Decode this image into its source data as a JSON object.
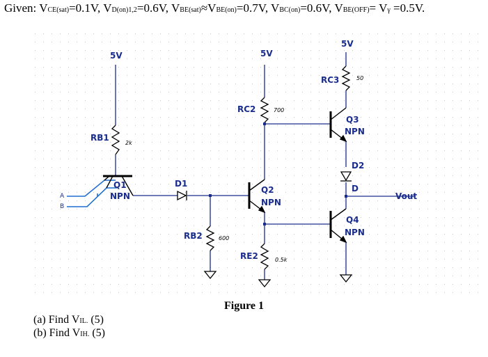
{
  "given": {
    "prefix": "Given:",
    "items": [
      {
        "sym": "V",
        "sub": "CE(sat)",
        "tail": "=0.1V,"
      },
      {
        "sym": "V",
        "sub": "D(on)1,2",
        "tail": "=0.6V,"
      },
      {
        "sym": "V",
        "sub": "BE(sat)",
        "tail": "≈V"
      },
      {
        "sym": "",
        "sub": "BE(on)",
        "tail": "=0.7V,"
      },
      {
        "sym": "V",
        "sub": "BC(on)",
        "tail": "=0.6V,"
      },
      {
        "sym": "V",
        "sub": "BE(OFF)",
        "tail": "= V"
      },
      {
        "sym": "",
        "sub": "γ",
        "tail": " =0.5V."
      }
    ]
  },
  "questions": [
    {
      "prefix": "(a) Find V",
      "sub": "IL.",
      "suffix": " (5)"
    },
    {
      "prefix": "(b) Find V",
      "sub": "IH.",
      "suffix": " (5)"
    }
  ],
  "figure_caption": "Figure 1",
  "labels": {
    "vcc_left": "5V",
    "vcc_mid": "5V",
    "vcc_right": "5V",
    "rb1": "RB1",
    "rb1_val": "2k",
    "q1": "Q1",
    "q1_type": "NPN",
    "in_a": "A",
    "in_b": "B",
    "d1": "D1",
    "rb2": "RB2",
    "rb2_val": "600",
    "rc2": "RC2",
    "rc2_val": "700",
    "q2": "Q2",
    "q2_type": "NPN",
    "re2": "RE2",
    "re2_val": "0.5k",
    "rc3": "RC3",
    "rc3_val": "50",
    "q3": "Q3",
    "q3_type": "NPN",
    "d2": "D2",
    "d2_node": "D",
    "vout": "Vout",
    "q4": "Q4",
    "q4_type": "NPN"
  },
  "colors": {
    "wire": "#1a2d8c",
    "input_wire": "#1e6fd0",
    "component": "#000000",
    "node": "#1a2d8c",
    "grid_dot": "#c8c8c8"
  }
}
